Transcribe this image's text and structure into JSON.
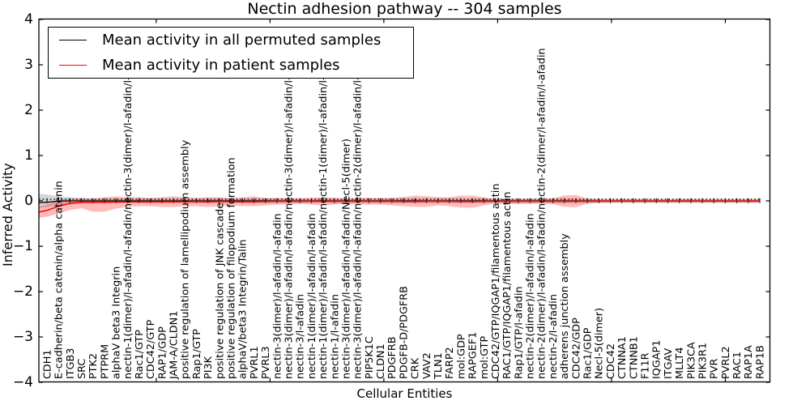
{
  "figure": {
    "title": "Nectin adhesion pathway -- 304 samples",
    "xlabel": "Cellular Entities",
    "ylabel": "Inferred Activity"
  },
  "legend": {
    "position": "upper left",
    "entries": [
      {
        "label": "Mean activity in all permuted samples",
        "color": "#000000"
      },
      {
        "label": "Mean activity in patient samples",
        "color": "#ff0000"
      }
    ]
  },
  "chart_data": {
    "type": "line",
    "title": "Nectin adhesion pathway -- 304 samples",
    "xlabel": "Cellular Entities",
    "ylabel": "Inferred Activity",
    "ylim": [
      -4,
      4
    ],
    "yticks": [
      4,
      3,
      2,
      1,
      0,
      -1,
      -2,
      -3,
      -4
    ],
    "grid": false,
    "zero_line": 0,
    "x_major_tick_interval": 10,
    "categories": [
      "CDH1",
      "E-cadherin/beta catenin/alpha catenin",
      "ITGB3",
      "SRC",
      "PTK2",
      "PTPRM",
      "alphaV beta3 Integrin",
      "nectin-1(dimer)/l-afadin/l-afadin/nectin-3(dimer)/l-afadin/l-afadin",
      "Rac1/GTP",
      "CDC42/GTP",
      "RAP1/GDP",
      "JAM-A/CLDN1",
      "positive regulation of lamellipodium assembly",
      "Rap1/GTP",
      "PI3K",
      "positive regulation of JNK cascade",
      "positive regulation of filopodium formation",
      "alphaV/beta3 Integrin/Talin",
      "PVRL1",
      "PVRL3",
      "nectin-3(dimer)/l-afadin/l-afadin",
      "nectin-3(dimer)/l-afadin/l-afadin/nectin-3(dimer)/l-afadin/l-afadin",
      "nectin-3/l-afadin",
      "nectin-1(dimer)/l-afadin/l-afadin",
      "nectin-1(dimer)/l-afadin/l-afadin/nectin-1(dimer)/l-afadin/l-afadin",
      "nectin-1/l-afadin",
      "nectin-3(dimer)/l-afadin/l-afadin/Necl-5(dimer)",
      "nectin-3(dimer)/l-afadin/l-afadin/nectin-2(dimer)/l-afadin/l-afadin",
      "PIP5K1C",
      "CLDN1",
      "PDGFRB",
      "PDGFB-D/PDGFRB",
      "CRK",
      "VAV2",
      "TLN1",
      "FARP2",
      "mol:GDP",
      "RAPGEF1",
      "mol:GTP",
      "CDC42/GTP/IQGAP1/filamentous actin",
      "RAC1/GTP/IQGAP1/filamentous actin",
      "Rap1/GTP/l-afadin",
      "nectin-2(dimer)/l-afadin/l-afadin",
      "nectin-2(dimer)/l-afadin/l-afadin/nectin-2(dimer/l-afadin/l-afadin",
      "nectin-2/l-afadin",
      "adherens junction assembly",
      "CDC42/GDP",
      "Rac1/GDP",
      "Necl-5(dimer)",
      "CDC42",
      "CTNNA1",
      "CTNNB1",
      "F11R",
      "IQGAP1",
      "ITGAV",
      "MLLT4",
      "PIK3CA",
      "PIK3R1",
      "PVR",
      "PVRL2",
      "RAC1",
      "RAP1A",
      "RAP1B"
    ],
    "series": [
      {
        "name": "Mean activity in all permuted samples",
        "color": "#000000",
        "values": [
          -0.03,
          -0.005,
          0,
          0,
          0,
          0,
          0,
          0,
          0,
          0,
          0,
          0,
          0,
          0,
          0,
          0,
          0,
          0,
          0,
          0,
          0,
          0,
          0,
          0,
          0,
          0,
          0,
          0,
          0,
          0,
          0,
          0,
          0,
          0,
          0,
          0,
          0,
          0,
          0,
          0,
          0,
          0,
          0,
          0,
          0,
          0,
          0,
          0,
          0,
          0,
          0,
          0,
          0,
          0,
          0,
          0,
          0,
          0,
          0,
          0,
          0,
          0,
          0
        ]
      },
      {
        "name": "Mean activity in patient samples",
        "color": "#ff0000",
        "values": [
          -0.21,
          -0.12,
          -0.055,
          -0.03,
          -0.028,
          -0.03,
          -0.025,
          -0.02,
          -0.02,
          -0.02,
          -0.02,
          -0.02,
          -0.018,
          -0.015,
          -0.02,
          -0.015,
          -0.015,
          -0.02,
          -0.018,
          -0.015,
          -0.01,
          -0.01,
          -0.008,
          -0.01,
          -0.012,
          -0.01,
          -0.008,
          -0.01,
          -0.01,
          -0.012,
          -0.012,
          -0.015,
          -0.015,
          -0.012,
          -0.01,
          -0.012,
          -0.015,
          -0.015,
          -0.012,
          -0.008,
          -0.008,
          -0.01,
          -0.008,
          -0.008,
          -0.01,
          -0.012,
          -0.008,
          -0.008,
          -0.005,
          -0.005,
          -0.005,
          -0.005,
          -0.005,
          -0.005,
          -0.005,
          -0.005,
          -0.005,
          -0.005,
          -0.005,
          -0.005,
          -0.005,
          -0.005,
          -0.005
        ]
      }
    ],
    "bands": [
      {
        "name": "permuted-band",
        "fill": "rgba(0,0,0,0.16)",
        "half_width": [
          0.14,
          0.1,
          0.08,
          0.06,
          0.055,
          0.05,
          0.05,
          0.05,
          0.05,
          0.05,
          0.05,
          0.05,
          0.05,
          0.05,
          0.05,
          0.05,
          0.05,
          0.05,
          0.05,
          0.05,
          0.05,
          0.05,
          0.05,
          0.05,
          0.05,
          0.05,
          0.05,
          0.05,
          0.05,
          0.05,
          0.05,
          0.05,
          0.05,
          0.05,
          0.05,
          0.05,
          0.05,
          0.05,
          0.05,
          0.05,
          0.05,
          0.05,
          0.05,
          0.05,
          0.05,
          0.05,
          0.05,
          0.05,
          0.05,
          0.05,
          0.05,
          0.05,
          0.05,
          0.05,
          0.05,
          0.05,
          0.05,
          0.05,
          0.05,
          0.05,
          0.05,
          0.05,
          0.05
        ]
      },
      {
        "name": "patient-band",
        "fill": "rgba(255,0,0,0.27)",
        "upper": [
          -0.08,
          0.02,
          0.045,
          0.06,
          0.045,
          0.08,
          0.1,
          0.08,
          0.08,
          0.065,
          0.08,
          0.1,
          0.08,
          0.065,
          0.08,
          0.08,
          0.065,
          0.08,
          0.1,
          0.065,
          0.065,
          0.065,
          0.055,
          0.065,
          0.08,
          0.065,
          0.055,
          0.065,
          0.07,
          0.065,
          0.07,
          0.09,
          0.115,
          0.105,
          0.08,
          0.08,
          0.115,
          0.115,
          0.08,
          0.035,
          0.045,
          0.045,
          0.045,
          0.045,
          0.055,
          0.12,
          0.13,
          0.05,
          0.027,
          0.027,
          0.027,
          0.027,
          0.027,
          0.027,
          0.027,
          0.027,
          0.027,
          0.027,
          0.027,
          0.027,
          0.027,
          0.027,
          0.027
        ],
        "lower": [
          -0.35,
          -0.28,
          -0.2,
          -0.16,
          -0.24,
          -0.24,
          -0.17,
          -0.135,
          -0.115,
          -0.115,
          -0.135,
          -0.135,
          -0.115,
          -0.115,
          -0.135,
          -0.115,
          -0.1,
          -0.115,
          -0.115,
          -0.1,
          -0.08,
          -0.08,
          -0.065,
          -0.08,
          -0.1,
          -0.08,
          -0.065,
          -0.08,
          -0.08,
          -0.08,
          -0.1,
          -0.115,
          -0.135,
          -0.135,
          -0.1,
          -0.115,
          -0.15,
          -0.15,
          -0.1,
          -0.055,
          -0.065,
          -0.07,
          -0.065,
          -0.065,
          -0.07,
          -0.13,
          -0.14,
          -0.06,
          -0.045,
          -0.036,
          -0.036,
          -0.036,
          -0.036,
          -0.036,
          -0.036,
          -0.036,
          -0.036,
          -0.036,
          -0.036,
          -0.036,
          -0.036,
          -0.036,
          -0.036
        ]
      }
    ]
  }
}
